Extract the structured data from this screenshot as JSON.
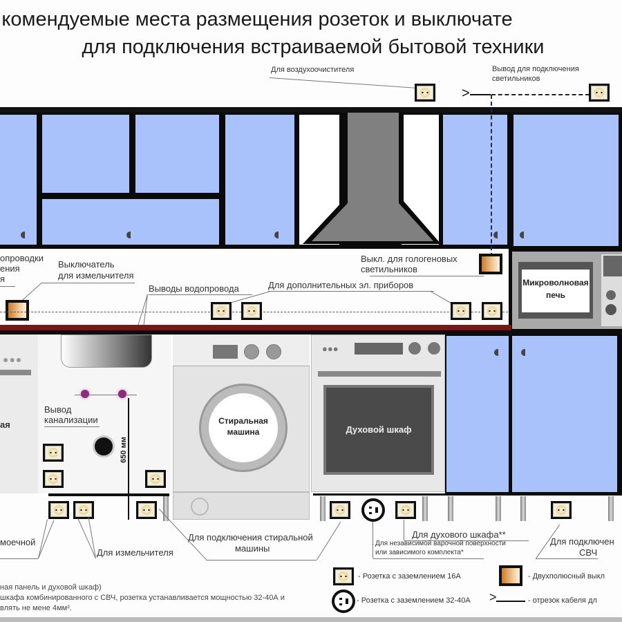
{
  "title": {
    "line1": "комендуемые места размещения розеток и выключате",
    "line2": "для подключения встраиваемой бытовой техники"
  },
  "labels": {
    "air_purifier": "Для воздухоочистителя",
    "lights_output_1": "Вывод для подключения",
    "lights_output_2": "светильников",
    "wiring_partial_1": "опроводки",
    "wiring_partial_2": "ения",
    "wiring_partial_3": "я",
    "grinder_switch_1": "Выключатель",
    "grinder_switch_2": "для измельчителя",
    "water_outlets": "Выводы водопровода",
    "extra_appliances": "Для дополнительных  эл. приборов",
    "halogen_switch_1": "Выкл. для гологеновых",
    "halogen_switch_2": "светильников",
    "sewer_1": "Вывод",
    "sewer_2": "канализации",
    "height_650": "650 мм",
    "dishwasher_partial": "моечной",
    "grinder": "Для измельчителя",
    "washer_conn_1": "Для подключения стиральной",
    "washer_conn_2": "машины",
    "oven_socket": "Для духового шкафа**",
    "hob_1": "Для независимой варочной поверхности",
    "hob_2": "или зависимого комплекта*",
    "microwave_conn_1": "Для подключен",
    "microwave_conn_2": "СВЧ"
  },
  "appliances": {
    "microwave_1": "Микроволновая",
    "microwave_2": "печь",
    "washer_1": "Стиральная",
    "washer_2": "машина",
    "oven": "Духовой шкаф",
    "dishwasher_partial": "ая"
  },
  "notes": {
    "line1": "ная панель и духовой шкаф)",
    "line2": " шкафа комбинированного с СВЧ, розетка устанавливается мощностью 32-40А и",
    "line3": "влять не мене 4мм²."
  },
  "legend": {
    "socket_16a": "- Розетка с заземлением 16А",
    "switch_2pole": "- Двухполюсный выкл",
    "socket_32a": "- Розетка с заземлением 32-40А",
    "cable": "- отрезок кабеля дл"
  },
  "colors": {
    "cabinet_blue": "#a9c2fb",
    "frame": "#0a0a0a",
    "countertop": "#7a1518",
    "hood": "#808080"
  }
}
